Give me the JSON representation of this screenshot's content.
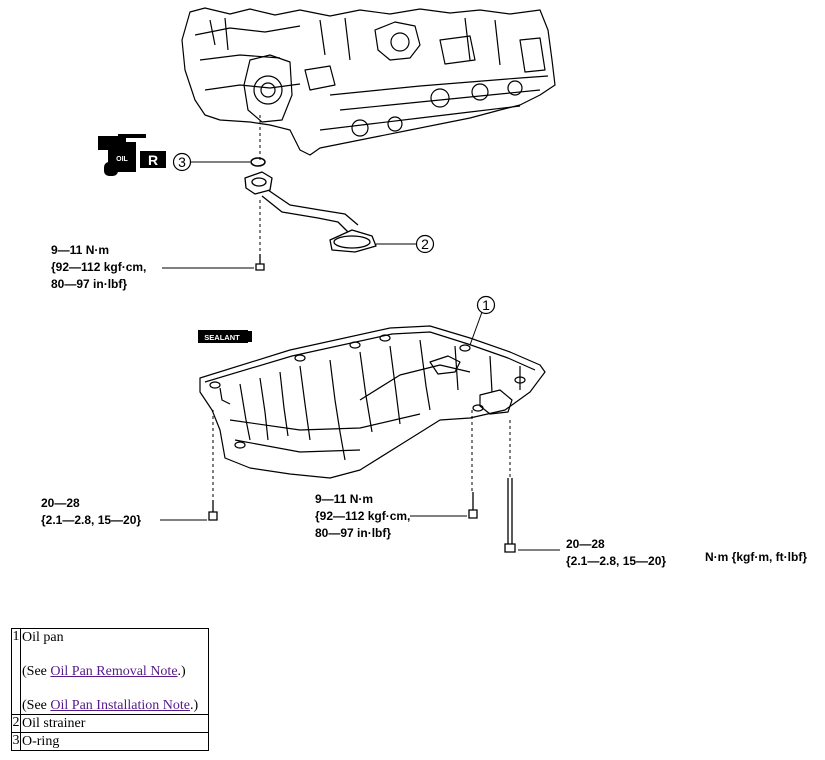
{
  "callouts": {
    "one": "1",
    "two": "2",
    "three": "3"
  },
  "icons": {
    "oil_label": "OIL",
    "replace_label": "R",
    "sealant_label": "SEALANT"
  },
  "torque_specs": {
    "strainer_bolt": {
      "line1": "9—11 N·m",
      "line2": "{92—112 kgf·cm,",
      "line3": "80—97 in·lbf}"
    },
    "pan_bolt_left": {
      "line1": "20—28",
      "line2": "{2.1—2.8, 15—20}"
    },
    "pan_bolt_middle": {
      "line1": "9—11 N·m",
      "line2": "{92—112 kgf·cm,",
      "line3": "80—97 in·lbf}"
    },
    "pan_bolt_right": {
      "line1": "20—28",
      "line2": "{2.1—2.8, 15—20}"
    },
    "units_note": "N·m {kgf·m, ft·lbf}"
  },
  "legend": {
    "rows": [
      {
        "num": "1",
        "name": "Oil pan",
        "see_prefix_1": "(See ",
        "link_1": "Oil Pan Removal Note",
        "see_suffix_1": ".)",
        "see_prefix_2": "(See ",
        "link_2": "Oil Pan Installation Note",
        "see_suffix_2": ".)"
      },
      {
        "num": "2",
        "name": "Oil strainer"
      },
      {
        "num": "3",
        "name": "O-ring"
      }
    ]
  }
}
